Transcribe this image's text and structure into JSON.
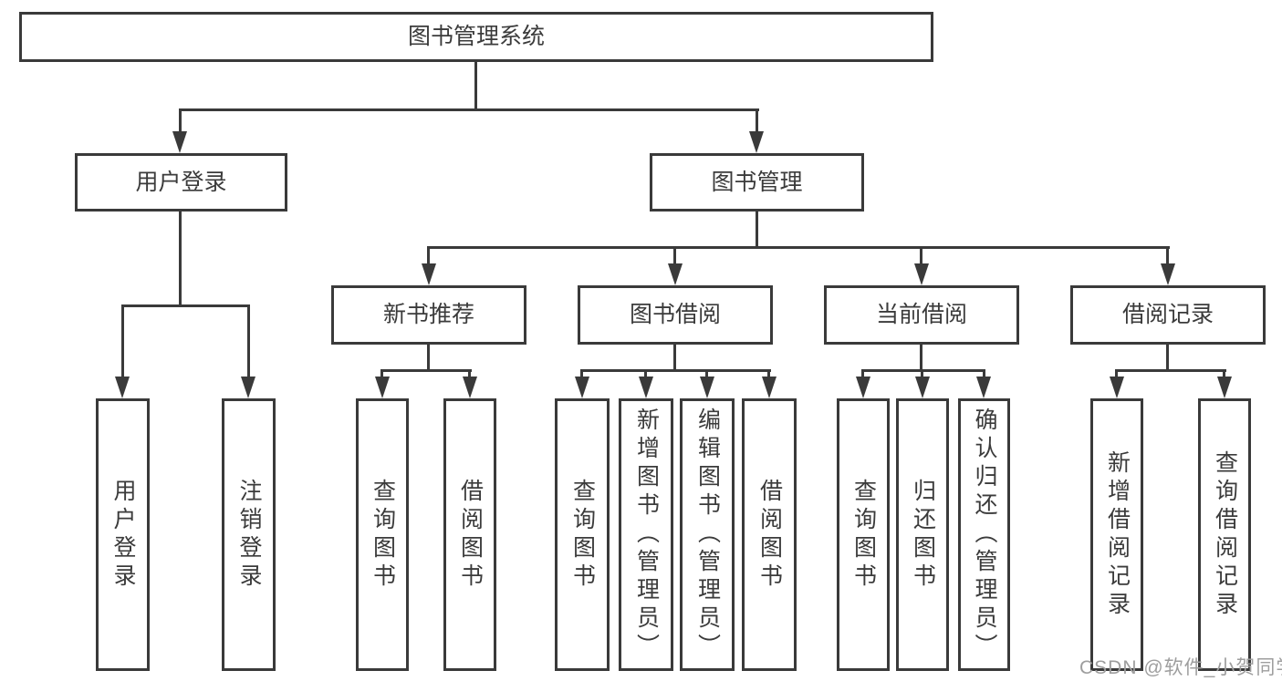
{
  "tree": {
    "root": "图书管理系统",
    "branches": [
      {
        "label": "用户登录",
        "children": [
          {
            "label": "用户登录"
          },
          {
            "label": "注销登录"
          }
        ]
      },
      {
        "label": "图书管理",
        "children": [
          {
            "label": "新书推荐",
            "children": [
              {
                "label": "查询图书"
              },
              {
                "label": "借阅图书"
              }
            ]
          },
          {
            "label": "图书借阅",
            "children": [
              {
                "label": "查询图书"
              },
              {
                "label": "新增图书（管理员）"
              },
              {
                "label": "编辑图书（管理员）"
              },
              {
                "label": "借阅图书"
              }
            ]
          },
          {
            "label": "当前借阅",
            "children": [
              {
                "label": "查询图书"
              },
              {
                "label": "归还图书"
              },
              {
                "label": "确认归还（管理员）"
              }
            ]
          },
          {
            "label": "借阅记录",
            "children": [
              {
                "label": "新增借阅记录"
              },
              {
                "label": "查询借阅记录"
              }
            ]
          }
        ]
      }
    ]
  },
  "watermark": "CSDN @软件_小贺同学",
  "colors": {
    "line": "#3a3a3a",
    "text": "#3b3b3b",
    "watermark": "#9e9e9e",
    "background": "#ffffff"
  }
}
